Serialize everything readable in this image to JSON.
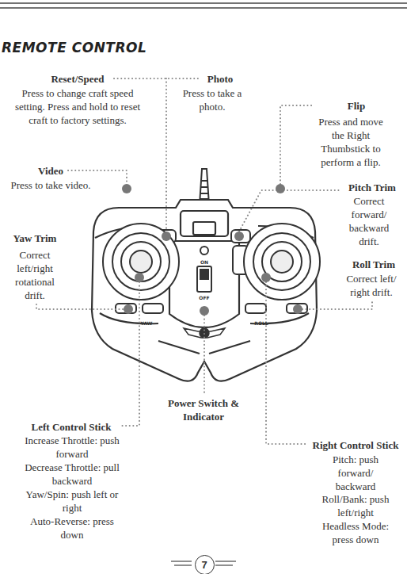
{
  "diagram": {
    "title": "REMOTE CONTROL",
    "nodes": [
      {
        "text": [
          "7"
        ]
      }
    ],
    "edges": [],
    "labels": [
      "Reset/Speed",
      "Press to change craft speed setting. Press and hold to reset craft to factory settings.",
      "Photo",
      "Press to take a photo.",
      "Flip",
      "Press and move the Right Thumbstick to perform a flip.",
      "Video",
      "Press to take video.",
      "Pitch Trim",
      "Correct forward/ backward drift.",
      "Yaw Trim",
      "Correct left/right rotational drift.",
      "Roll Trim",
      "Correct left/ right drift.",
      "Power Switch & Indicator",
      "Left Control Stick",
      "Increase Throttle: push forward",
      "Decrease Throttle: pull backward",
      "Yaw/Spin: push left or right",
      "Auto-Reverse: press down",
      "Right Control Stick",
      "Pitch: push forward/ backward",
      "Roll/Bank: push left/right",
      "Headless Mode: press down",
      "ON",
      "OFF",
      "YAW",
      "ROLL"
    ]
  }
}
